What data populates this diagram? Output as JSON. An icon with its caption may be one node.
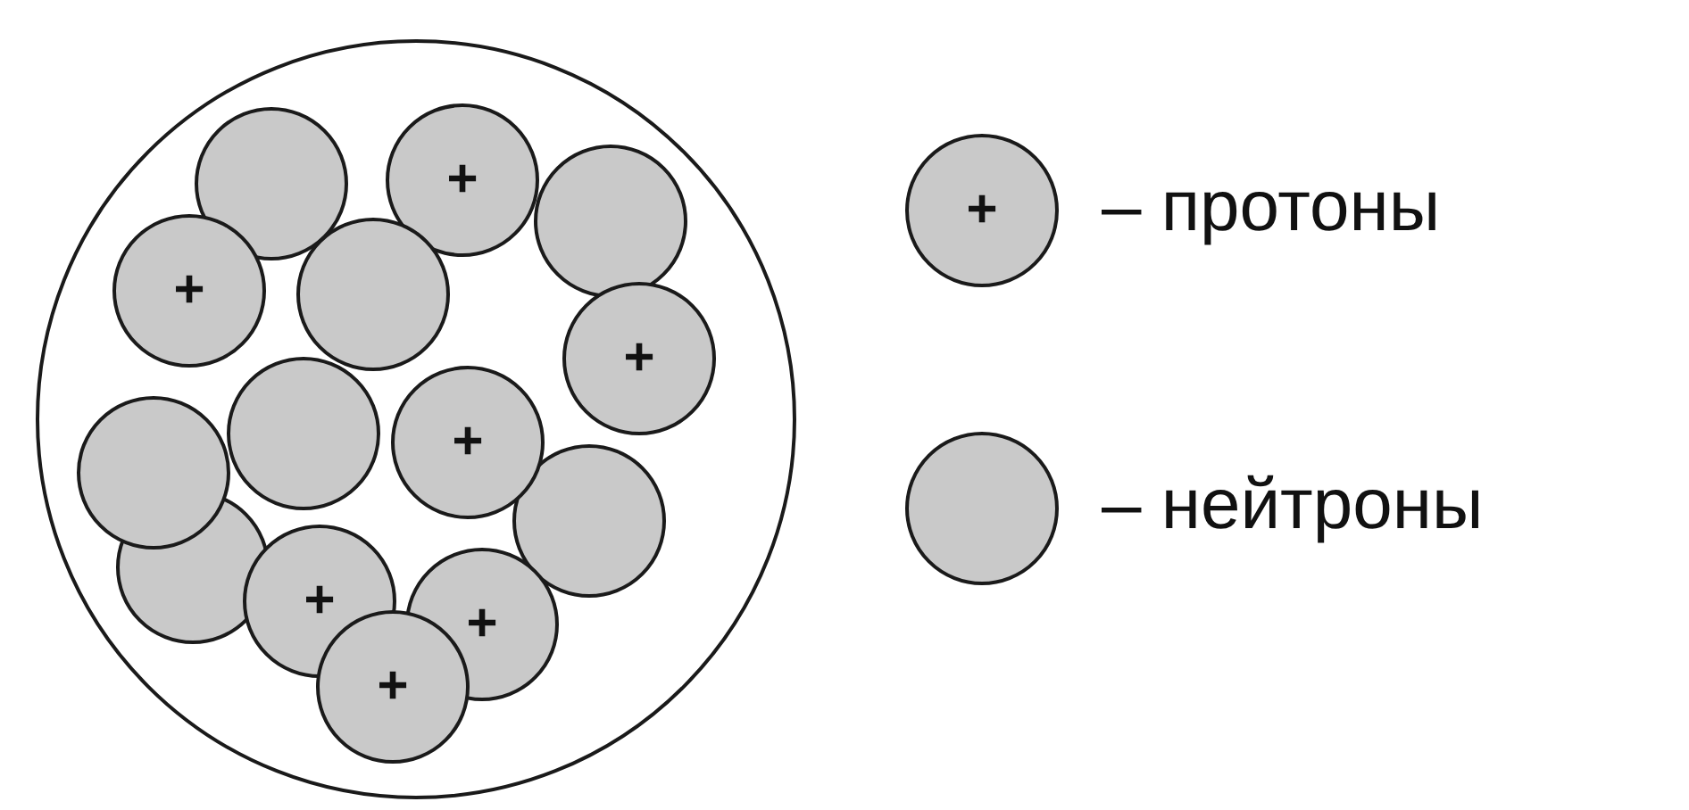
{
  "diagram": {
    "nodes": [
      {
        "text": [],
        "shape": "circle"
      },
      {
        "text": [],
        "shape": "circle",
        "in": 0
      },
      {
        "text": [
          "+"
        ],
        "in": 0
      },
      {
        "text": [],
        "shape": "circle",
        "in": 0
      },
      {
        "text": [
          "+"
        ],
        "in": 0
      },
      {
        "text": [],
        "shape": "circle",
        "in": 0
      },
      {
        "text": [
          "+"
        ],
        "in": 0
      },
      {
        "text": [],
        "shape": "circle",
        "in": 0
      },
      {
        "text": [],
        "shape": "circle",
        "in": 0
      },
      {
        "text": [
          "+"
        ],
        "in": 0
      },
      {
        "text": [],
        "shape": "circle",
        "in": 0
      },
      {
        "text": [],
        "shape": "circle",
        "in": 0
      },
      {
        "text": [
          "+"
        ],
        "in": 0
      },
      {
        "text": [
          "+"
        ],
        "in": 0
      },
      {
        "text": [
          "+"
        ],
        "in": 0
      },
      {
        "text": [
          "+"
        ],
        "beside": [
          "– протоны"
        ]
      },
      {
        "text": [],
        "shape": "circle",
        "beside": [
          "– нейтроны"
        ]
      }
    ]
  }
}
